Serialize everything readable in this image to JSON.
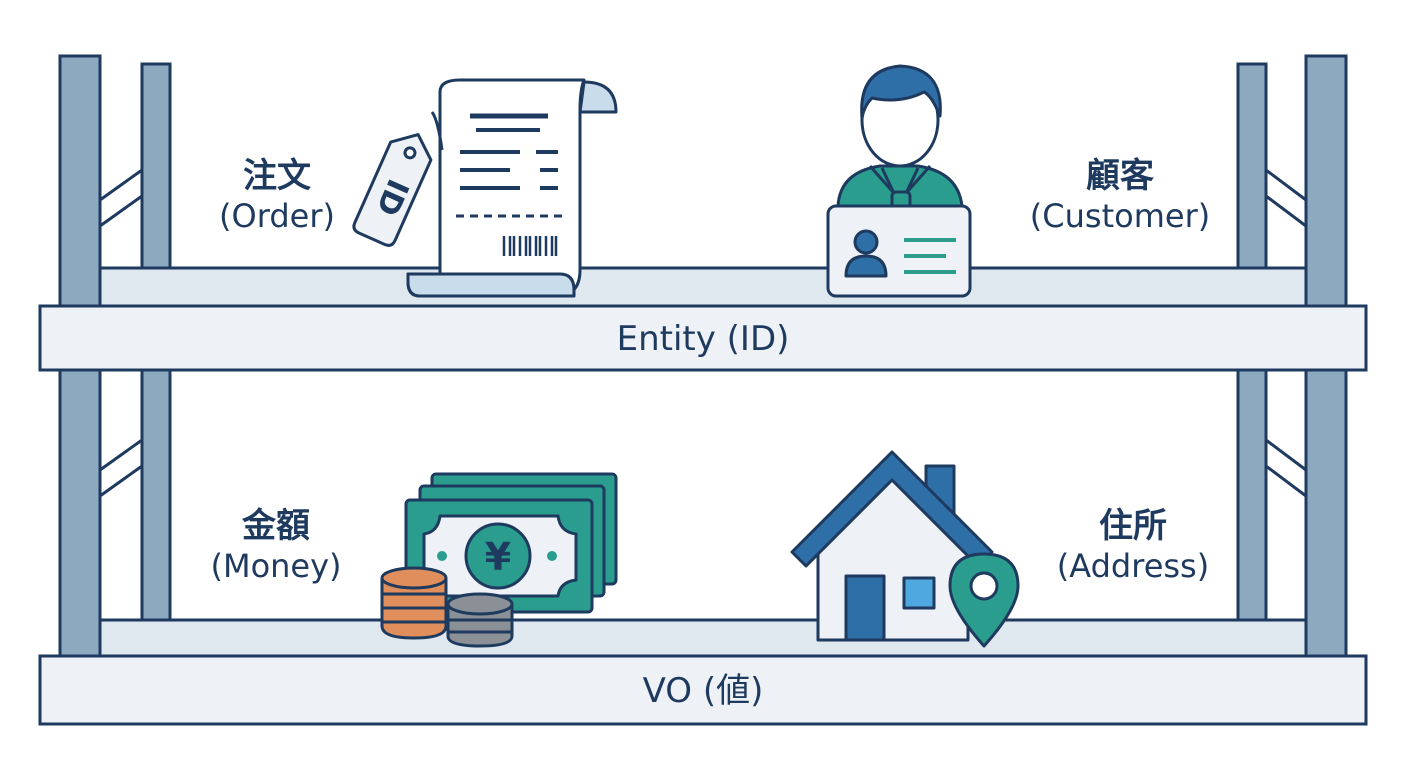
{
  "shelves": {
    "entity": {
      "label": "Entity (ID)"
    },
    "vo": {
      "label": "VO (値)"
    }
  },
  "items": {
    "order": {
      "jp": "注文",
      "en": "(Order)",
      "tag_text": "ID"
    },
    "customer": {
      "jp": "顧客",
      "en": "(Customer)"
    },
    "money": {
      "jp": "金額",
      "en": "(Money)",
      "currency_symbol": "¥"
    },
    "address": {
      "jp": "住所",
      "en": "(Address)"
    }
  },
  "colors": {
    "outline": "#1e3a5f",
    "frame": "#5e7f9a",
    "shelf_fill": "#eef2f6",
    "teal": "#2a9d8f",
    "light_blue": "#c9dcec",
    "orange": "#e08e5b",
    "gray_coin": "#8a9096"
  }
}
